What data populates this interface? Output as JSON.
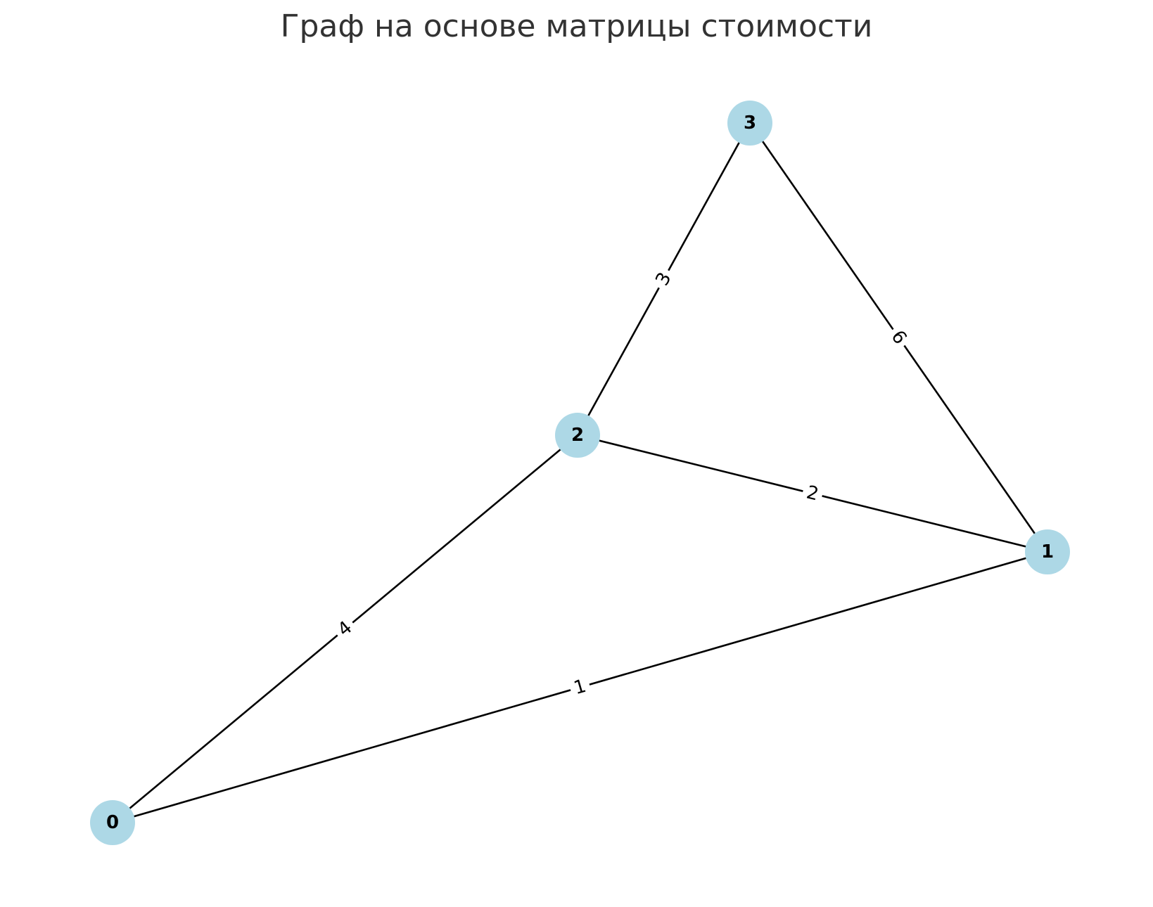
{
  "title": "Граф на основе матрицы стоимости",
  "colors": {
    "node": "#add8e6",
    "edge": "#000000",
    "title": "#333333"
  },
  "nodes": [
    {
      "id": "0",
      "label": "0"
    },
    {
      "id": "1",
      "label": "1"
    },
    {
      "id": "2",
      "label": "2"
    },
    {
      "id": "3",
      "label": "3"
    }
  ],
  "edges": [
    {
      "from": "0",
      "to": "1",
      "weight": "1"
    },
    {
      "from": "0",
      "to": "2",
      "weight": "4"
    },
    {
      "from": "1",
      "to": "2",
      "weight": "2"
    },
    {
      "from": "1",
      "to": "3",
      "weight": "6"
    },
    {
      "from": "2",
      "to": "3",
      "weight": "3"
    }
  ]
}
